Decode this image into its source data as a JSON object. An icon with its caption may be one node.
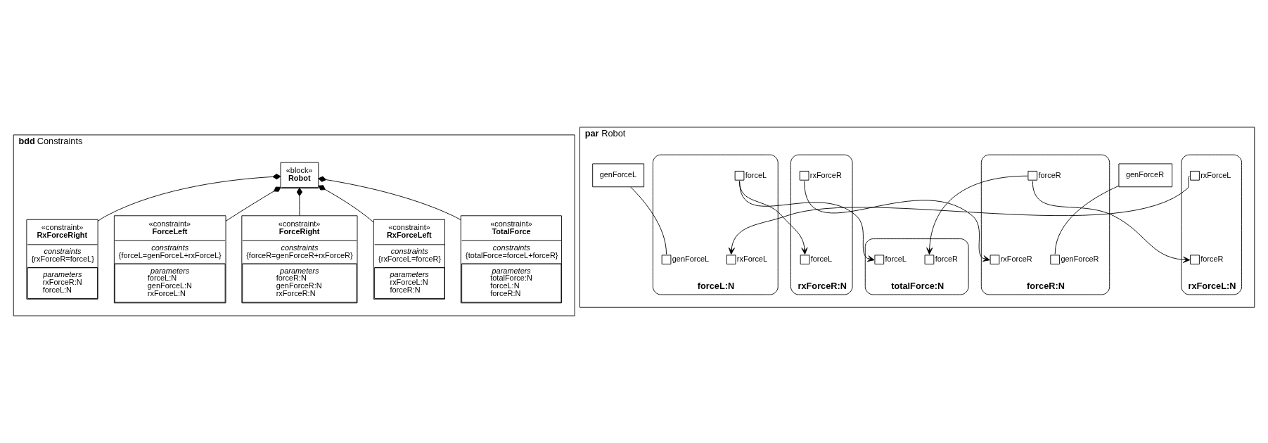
{
  "diagram": {
    "nodes": [
      {
        "text": [
          "**bdd** Constraints"
        ]
      },
      {
        "text": [
          "«constraint»",
          "TotalForce",
          "constraints",
          "{totalForce=forceL+forceR}",
          "parameters",
          "totalForce:N",
          "forceL:N",
          "forceR:N"
        ],
        "in": 0
      },
      {
        "text": [
          "«block»",
          "Robot"
        ],
        "in": 0
      },
      {
        "text": [
          "«constraint»",
          "RxForceRight",
          "constraints",
          "{rxForceR=forceL}",
          "parameters",
          "rxForceR:N",
          "forceL:N"
        ],
        "in": 0
      },
      {
        "text": [
          "«constraint»",
          "ForceLeft",
          "constraints",
          "{forceL=genForceL+rxForceL}",
          "parameters",
          "forceL:N",
          "genForceL:N",
          "rxForceL:N"
        ],
        "in": 0
      },
      {
        "text": [
          "«constraint»",
          "ForceRight",
          "constraints",
          "{forceR=genForceR+rxForceR}",
          "parameters",
          "forceR:N",
          "genForceR:N",
          "rxForceR:N"
        ],
        "in": 0
      },
      {
        "text": [
          "«constraint»",
          "RxForceLeft",
          "constraints",
          "{rxForceL=forceR}",
          "parameters",
          "rxForceL:N",
          "forceR:N"
        ],
        "in": 0
      },
      {
        "text": [
          "**par** Robot"
        ]
      },
      {
        "text": [
          "genForceR"
        ],
        "in": 7
      },
      {
        "text": [
          "rxForceR:N"
        ],
        "in": 7
      },
      {
        "text": [],
        "shape": "box",
        "beside": [
          "rxForceR"
        ],
        "in": 9
      },
      {
        "text": [],
        "shape": "box",
        "beside": [
          "forceL"
        ],
        "in": 9
      },
      {
        "text": [
          "forceR:N"
        ],
        "in": 7
      },
      {
        "text": [],
        "shape": "box",
        "beside": [
          "genForceR"
        ],
        "in": 12
      },
      {
        "text": [],
        "shape": "box",
        "beside": [
          "rxForceR"
        ],
        "in": 12
      },
      {
        "text": [],
        "shape": "box",
        "beside": [
          "forceR"
        ],
        "in": 12
      },
      {
        "text": [
          "totalForce:N"
        ],
        "in": 7
      },
      {
        "text": [],
        "shape": "box",
        "beside": [
          "forceR"
        ],
        "in": 16
      },
      {
        "text": [],
        "shape": "box",
        "beside": [
          "forceL"
        ],
        "in": 16
      },
      {
        "text": [
          "genForceL"
        ],
        "in": 7
      },
      {
        "text": [
          "forceL:N"
        ],
        "in": 7
      },
      {
        "text": [],
        "shape": "box",
        "beside": [
          "forceL"
        ],
        "in": 20
      },
      {
        "text": [],
        "shape": "box",
        "beside": [
          "genForceL"
        ],
        "in": 20
      },
      {
        "text": [],
        "shape": "box",
        "beside": [
          "rxForceL"
        ],
        "in": 20
      },
      {
        "text": [
          "rxForceL:N"
        ],
        "in": 7
      },
      {
        "text": [],
        "shape": "box",
        "beside": [
          "forceR"
        ],
        "in": 24
      },
      {
        "text": [],
        "shape": "box",
        "beside": [
          "rxForceL"
        ],
        "in": 24
      }
    ],
    "edges": [
      {
        "from": 2,
        "to": 1,
        "arrow": "other"
      },
      {
        "from": 2,
        "to": 3,
        "arrow": "other"
      },
      {
        "from": 2,
        "to": 4,
        "arrow": "other"
      },
      {
        "from": 2,
        "to": 5,
        "arrow": "other"
      },
      {
        "from": 2,
        "to": 6,
        "arrow": "other"
      },
      {
        "from": 8,
        "to": 13,
        "arrow": "none"
      },
      {
        "from": 10,
        "to": 14,
        "arrow": "to"
      },
      {
        "from": 15,
        "to": 17,
        "arrow": "to"
      },
      {
        "from": 15,
        "to": 25,
        "arrow": "to"
      },
      {
        "from": 21,
        "to": 18,
        "arrow": "to"
      },
      {
        "from": 21,
        "to": 11,
        "arrow": "to"
      },
      {
        "from": 19,
        "to": 22,
        "arrow": "none"
      },
      {
        "from": 26,
        "to": 23,
        "arrow": "to"
      }
    ]
  }
}
